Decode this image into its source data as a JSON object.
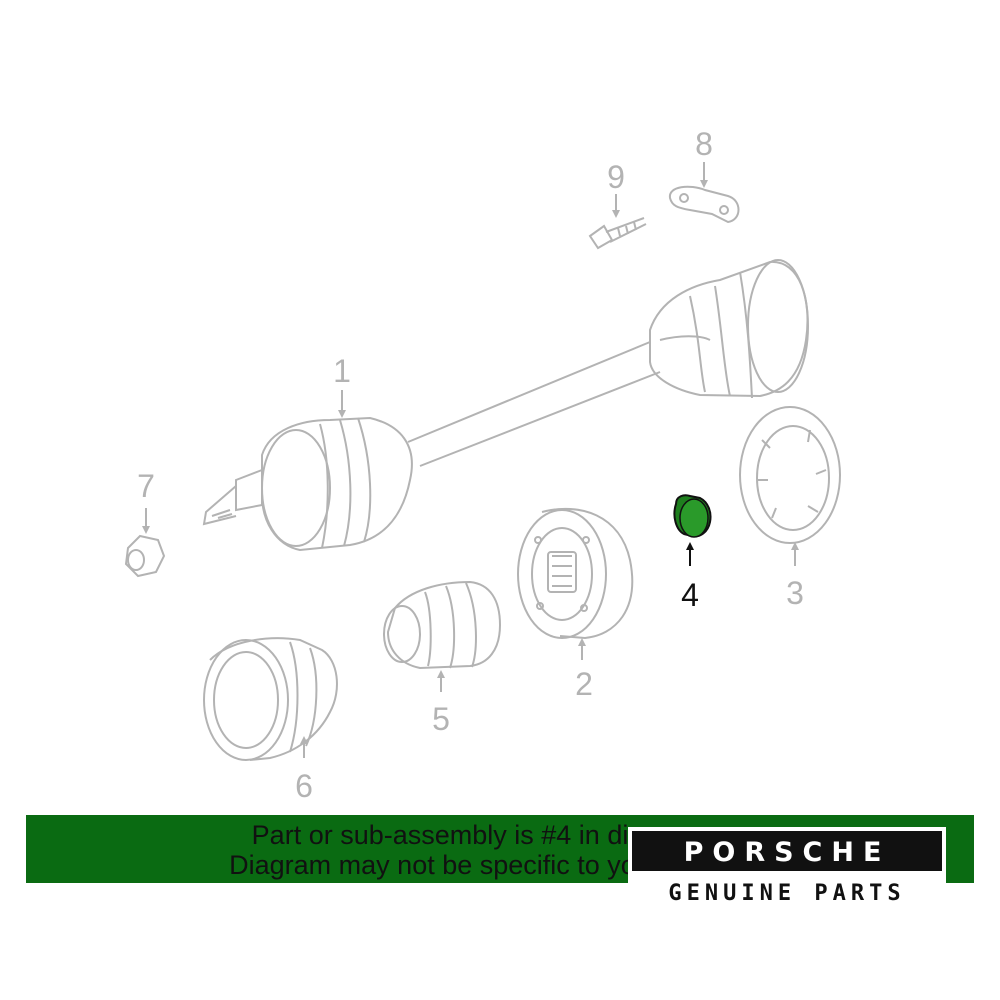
{
  "diagram": {
    "callouts": [
      "1",
      "2",
      "3",
      "4",
      "5",
      "6",
      "7",
      "8",
      "9"
    ],
    "highlighted_part": "4",
    "colors": {
      "line_art": "#b3b3b3",
      "highlight_fill": "#1e7f1e",
      "banner": "#0a6b12"
    }
  },
  "banner": {
    "line1": "Part or sub-assembly is #4 in di",
    "line2": "Diagram may not be specific to you"
  },
  "logo": {
    "wordmark": "PORSCHE",
    "tagline": "GENUINE PARTS"
  }
}
